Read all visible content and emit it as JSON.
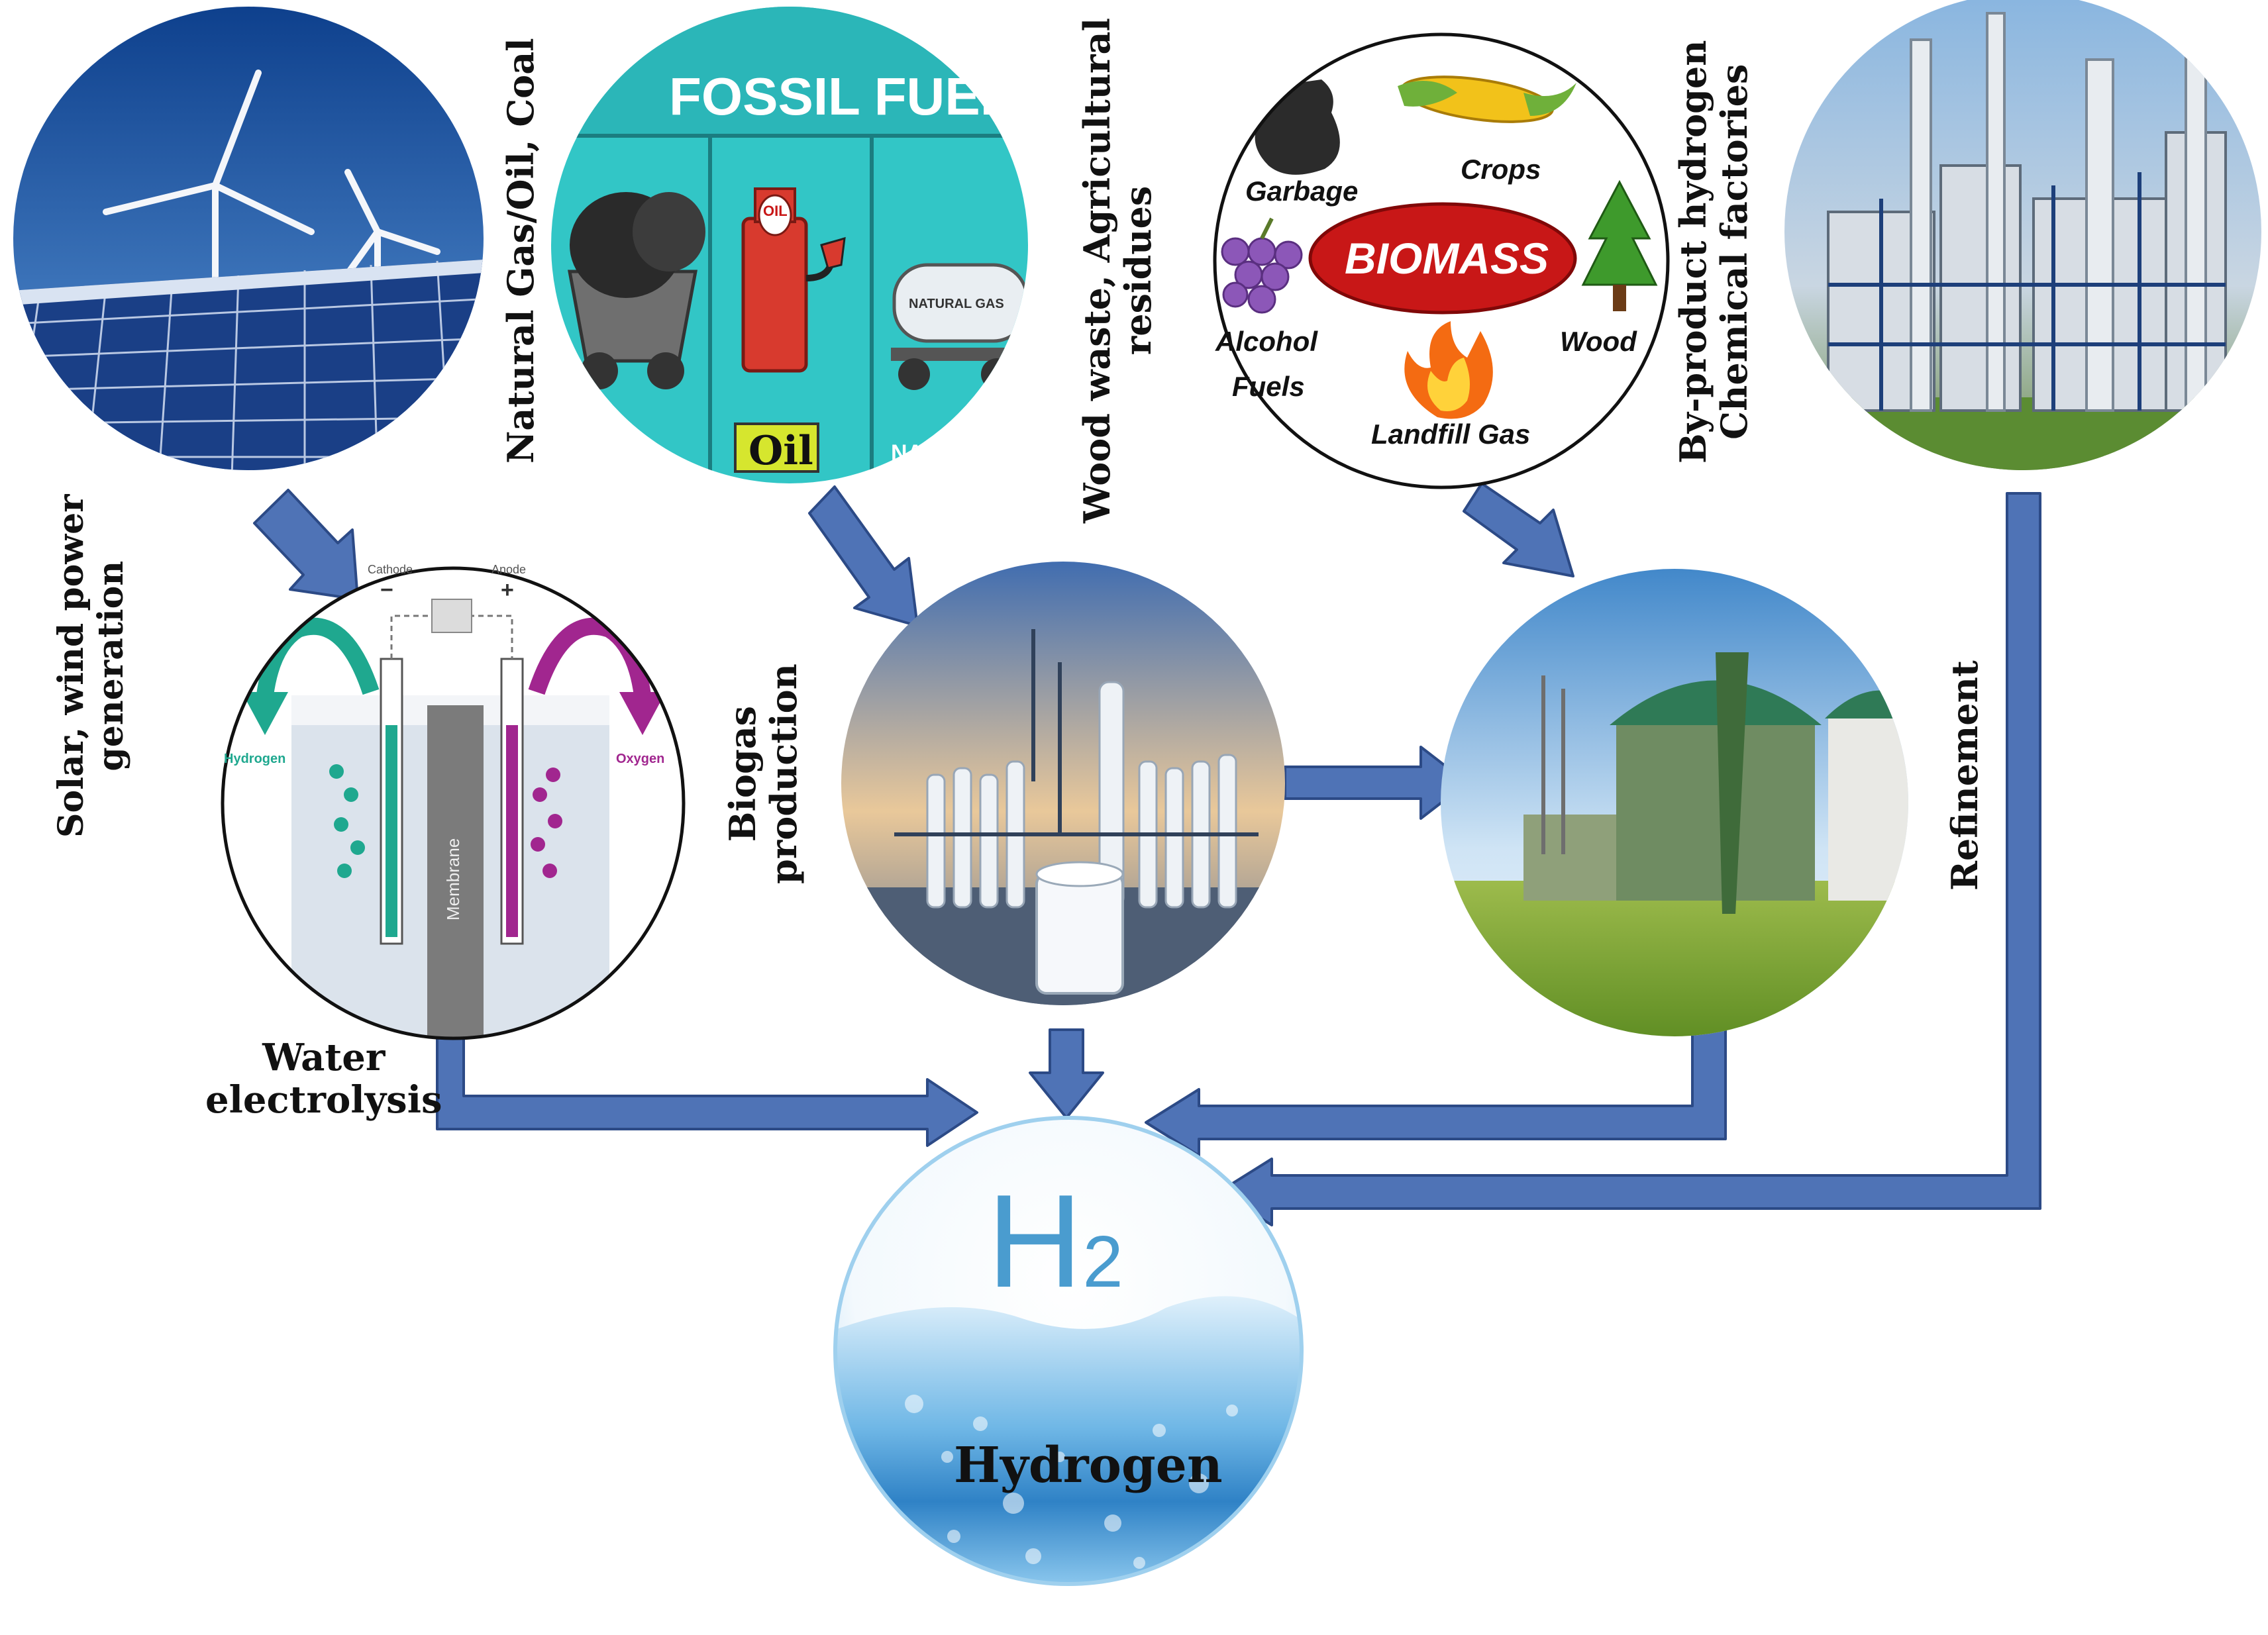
{
  "labels": {
    "solar": [
      "Solar, wind power",
      "generation"
    ],
    "fossil_side": "Natural Gas/Oil, Coal",
    "wood": [
      "Wood waste, Agricultural",
      "residues"
    ],
    "byproduct": [
      "By-product hydrogen",
      "Chemical factories"
    ],
    "biogas": [
      "Biogas",
      "production"
    ],
    "refinement": "Refinement",
    "electrolysis": [
      "Water",
      "electrolysis"
    ],
    "hydrogen": "Hydrogen"
  },
  "fossil": {
    "banner": "FOSSIL FUELS",
    "oil_tag": "Oil",
    "pump_text": "OIL",
    "tank_text": "NATURAL GAS",
    "cut_text": "NAT"
  },
  "biomass": {
    "center": "BIOMASS",
    "items": [
      "Garbage",
      "Crops",
      "Alcohol",
      "Fuels",
      "Wood",
      "Landfill Gas"
    ]
  },
  "electrolysis_cell": {
    "cathode": "Cathode",
    "anode": "Anode",
    "minus": "−",
    "plus": "+",
    "hydrogen": "Hydrogen",
    "oxygen": "Oxygen",
    "membrane": "Membrane"
  },
  "h2_symbol": "H",
  "h2_subscript": "2",
  "colors": {
    "arrow": "#4f73b6",
    "arrow_edge": "#2c4a86",
    "fossil_bg": "#32c6c6",
    "biomass_red": "#c81717",
    "hydrogen_teal": "#1fa88f",
    "oxygen_purple": "#a1268f",
    "water_blue": "#3a8fd0"
  }
}
